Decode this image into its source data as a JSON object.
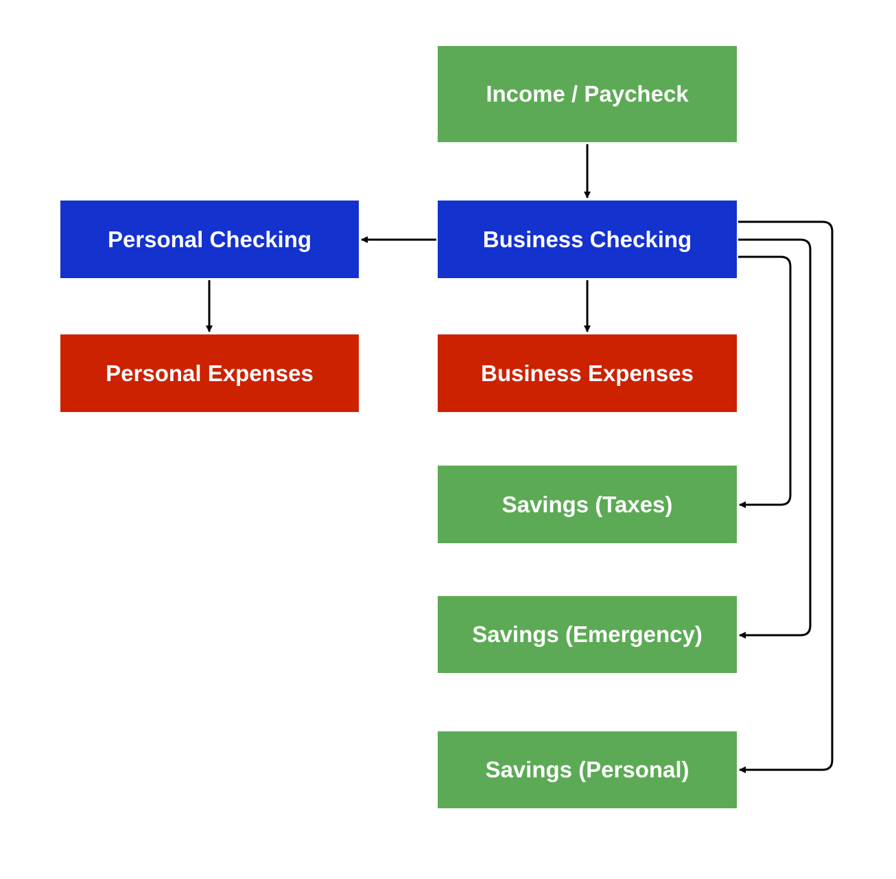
{
  "colors": {
    "green": "#5caa55",
    "blue": "#1432ce",
    "red": "#cc2200",
    "edge": "#000000"
  },
  "nodes": [
    {
      "id": "income-paycheck",
      "label": "Income / Paycheck",
      "color": "green"
    },
    {
      "id": "business-checking",
      "label": "Business Checking",
      "color": "blue"
    },
    {
      "id": "personal-checking",
      "label": "Personal Checking",
      "color": "blue"
    },
    {
      "id": "personal-expenses",
      "label": "Personal Expenses",
      "color": "red"
    },
    {
      "id": "business-expenses",
      "label": "Business Expenses",
      "color": "red"
    },
    {
      "id": "savings-taxes",
      "label": "Savings (Taxes)",
      "color": "green"
    },
    {
      "id": "savings-emergency",
      "label": "Savings (Emergency)",
      "color": "green"
    },
    {
      "id": "savings-personal",
      "label": "Savings (Personal)",
      "color": "green"
    }
  ],
  "edges": [
    {
      "from": "income-paycheck",
      "to": "business-checking"
    },
    {
      "from": "business-checking",
      "to": "personal-checking"
    },
    {
      "from": "personal-checking",
      "to": "personal-expenses"
    },
    {
      "from": "business-checking",
      "to": "business-expenses"
    },
    {
      "from": "business-checking",
      "to": "savings-taxes"
    },
    {
      "from": "business-checking",
      "to": "savings-emergency"
    },
    {
      "from": "business-checking",
      "to": "savings-personal"
    }
  ]
}
